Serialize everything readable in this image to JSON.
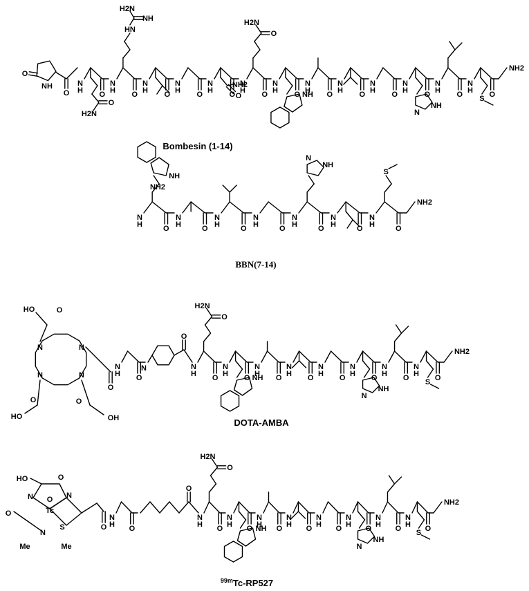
{
  "molecules": [
    {
      "name": "Bombesin (1-14)",
      "residues": [
        {
          "type": "pGlu",
          "side": "up"
        },
        {
          "type": "Gln",
          "side": "down"
        },
        {
          "type": "Arg",
          "side": "up"
        },
        {
          "type": "Leu",
          "side": "down"
        },
        {
          "type": "Gly"
        },
        {
          "type": "Asn",
          "side": "down"
        },
        {
          "type": "Gln",
          "side": "up"
        },
        {
          "type": "Trp",
          "side": "down"
        },
        {
          "type": "Ala",
          "side": "up"
        },
        {
          "type": "Val",
          "side": "down"
        },
        {
          "type": "Gly"
        },
        {
          "type": "His",
          "side": "down"
        },
        {
          "type": "Leu",
          "side": "up"
        },
        {
          "type": "Met",
          "side": "down"
        }
      ],
      "terminal": "NH2"
    },
    {
      "name": "BBN(7-14)",
      "residues": [
        {
          "type": "Trp",
          "side": "left"
        },
        {
          "type": "Ala",
          "side": "down"
        },
        {
          "type": "Val",
          "side": "up"
        },
        {
          "type": "Gly"
        },
        {
          "type": "His",
          "side": "up"
        },
        {
          "type": "Leu",
          "side": "down"
        },
        {
          "type": "Met",
          "side": "up"
        }
      ],
      "n_terminal": "NH2",
      "terminal": "NH2"
    },
    {
      "name": "DOTA-AMBA",
      "chelator_labels": [
        "HO",
        "O",
        "HO",
        "O",
        "OH",
        "O"
      ],
      "residues": [
        {
          "type": "Gly"
        },
        {
          "type": "pABA"
        },
        {
          "type": "Gln",
          "side": "up"
        },
        {
          "type": "Trp",
          "side": "down"
        },
        {
          "type": "Ala",
          "side": "up"
        },
        {
          "type": "Val",
          "side": "down"
        },
        {
          "type": "Gly"
        },
        {
          "type": "His",
          "side": "down"
        },
        {
          "type": "Leu",
          "side": "up"
        },
        {
          "type": "Met",
          "side": "down"
        }
      ],
      "terminal": "NH2"
    },
    {
      "name_sup": "99m",
      "name": "Tc-RP527",
      "core_labels": [
        "HO",
        "O",
        "O",
        "Tc",
        "N",
        "N",
        "S",
        "N",
        "Me",
        "Me"
      ],
      "residues": [
        {
          "type": "Gly"
        },
        {
          "type": "Ava"
        },
        {
          "type": "Gln",
          "side": "up"
        },
        {
          "type": "Trp",
          "side": "down"
        },
        {
          "type": "Ala",
          "side": "up"
        },
        {
          "type": "Val",
          "side": "down"
        },
        {
          "type": "Gly"
        },
        {
          "type": "His",
          "side": "down"
        },
        {
          "type": "Leu",
          "side": "up"
        },
        {
          "type": "Met",
          "side": "down"
        }
      ],
      "terminal": "NH2"
    }
  ],
  "atoms": {
    "N": "N",
    "NH": "NH",
    "NH2": "NH2",
    "H2N": "H2N",
    "O": "O",
    "S": "S",
    "HN": "HN",
    "NH2_side": "NH2"
  }
}
